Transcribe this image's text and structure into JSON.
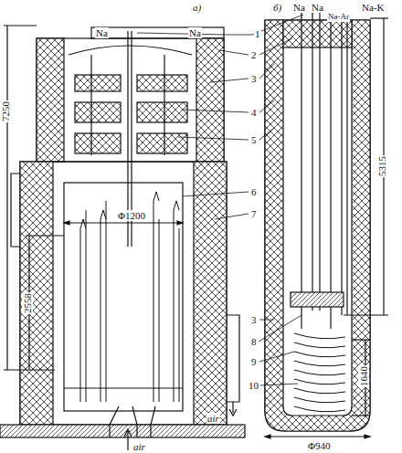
{
  "diagram": {
    "labels": [
      "a)",
      "б)",
      "Na",
      "Na",
      "7250",
      "Φ1200",
      "2558",
      "air",
      "air",
      "1",
      "2",
      "3",
      "4",
      "5",
      "6",
      "7",
      "3",
      "8",
      "9",
      "10",
      "Na",
      "Na",
      "Na-Ar",
      "Na-K",
      "5315",
      "1640",
      "Φ940"
    ]
  }
}
